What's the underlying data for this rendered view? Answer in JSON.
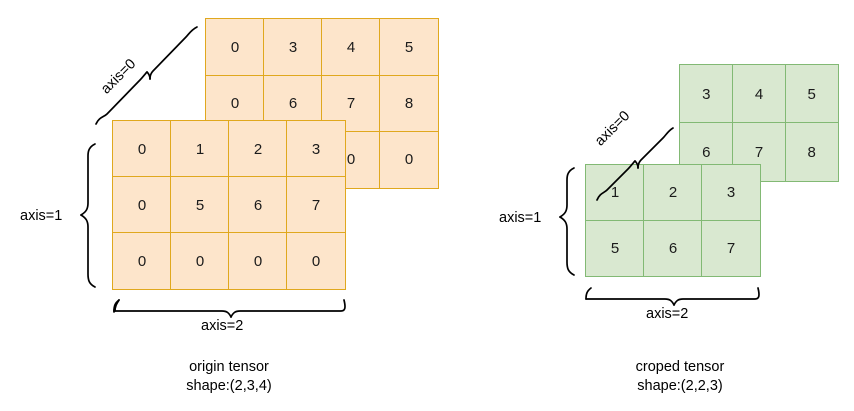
{
  "figure": {
    "title": "",
    "background": "#ffffff"
  },
  "chart_data": {
    "type": "diagram",
    "title": "",
    "panels": [
      {
        "name": "origin",
        "caption_line1": "origin tensor",
        "caption_line2": "shape:(2,3,4)",
        "fill": "#fde5cb",
        "stroke": "#e0a81e",
        "axis_labels": {
          "axis0": "axis=0",
          "axis1": "axis=1",
          "axis2": "axis=2"
        },
        "back_plane": {
          "rows": 3,
          "cols": 4,
          "values": [
            [
              "0",
              "3",
              "4",
              "5"
            ],
            [
              "0",
              "6",
              "7",
              "8"
            ],
            [
              "",
              "",
              "0",
              "0"
            ]
          ]
        },
        "front_plane": {
          "rows": 3,
          "cols": 4,
          "values": [
            [
              "0",
              "1",
              "2",
              "3"
            ],
            [
              "0",
              "5",
              "6",
              "7"
            ],
            [
              "0",
              "0",
              "0",
              "0"
            ]
          ]
        }
      },
      {
        "name": "croped",
        "caption_line1": "croped tensor",
        "caption_line2": "shape:(2,2,3)",
        "fill": "#d9e8d0",
        "stroke": "#82b974",
        "axis_labels": {
          "axis0": "axis=0",
          "axis1": "axis=1",
          "axis2": "axis=2"
        },
        "back_plane": {
          "rows": 2,
          "cols": 3,
          "values": [
            [
              "3",
              "4",
              "5"
            ],
            [
              "6",
              "7",
              "8"
            ]
          ]
        },
        "front_plane": {
          "rows": 2,
          "cols": 3,
          "values": [
            [
              "1",
              "2",
              "3"
            ],
            [
              "5",
              "6",
              "7"
            ]
          ]
        }
      }
    ]
  },
  "origin": {
    "caption": {
      "line1": "origin tensor",
      "line2": "shape:(2,3,4)"
    },
    "axis0": "axis=0",
    "axis1": "axis=1",
    "axis2": "axis=2",
    "back": {
      "r0": {
        "c0": "0",
        "c1": "3",
        "c2": "4",
        "c3": "5"
      },
      "r1": {
        "c0": "0",
        "c1": "6",
        "c2": "7",
        "c3": "8"
      },
      "r2": {
        "c0": "",
        "c1": "",
        "c2": "0",
        "c3": "0"
      }
    },
    "front": {
      "r0": {
        "c0": "0",
        "c1": "1",
        "c2": "2",
        "c3": "3"
      },
      "r1": {
        "c0": "0",
        "c1": "5",
        "c2": "6",
        "c3": "7"
      },
      "r2": {
        "c0": "0",
        "c1": "0",
        "c2": "0",
        "c3": "0"
      }
    }
  },
  "croped": {
    "caption": {
      "line1": "croped tensor",
      "line2": "shape:(2,2,3)"
    },
    "axis0": "axis=0",
    "axis1": "axis=1",
    "axis2": "axis=2",
    "back": {
      "r0": {
        "c0": "3",
        "c1": "4",
        "c2": "5"
      },
      "r1": {
        "c0": "6",
        "c1": "7",
        "c2": "8"
      }
    },
    "front": {
      "r0": {
        "c0": "1",
        "c1": "2",
        "c2": "3"
      },
      "r1": {
        "c0": "5",
        "c1": "6",
        "c2": "7"
      }
    }
  },
  "colors": {
    "origin_fill": "#fde5cb",
    "origin_stroke": "#e0a81e",
    "croped_fill": "#d9e8d0",
    "croped_stroke": "#82b974",
    "brace": "#000000",
    "text": "#000000",
    "background": "#ffffff"
  }
}
